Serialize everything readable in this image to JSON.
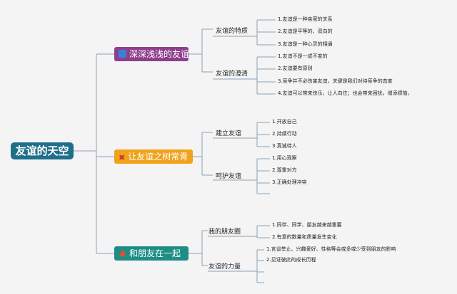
{
  "root": "友谊的天空",
  "branches": [
    {
      "label": "深深浅浅的友谊",
      "icon": "blue-square-icon",
      "color": "#8e3f8c",
      "children": [
        {
          "label": "友谊的特质",
          "items": [
            "1.友谊是一种亲密的关系",
            "2.友谊是平等的、双向的",
            "3.友谊是一种心灵的相通"
          ]
        },
        {
          "label": "友谊的澄清",
          "items": [
            "1.友谊不是一成不变的",
            "2.友谊要有原则",
            "3.竞争并不必伤害友谊，关键是我们对待竞争的态度",
            "4.友谊可以带来快乐，让人向往；也会带来困扰，增添烦恼。"
          ]
        }
      ]
    },
    {
      "label": "让友谊之树常青",
      "icon": "tools-icon",
      "color": "#f0a21b",
      "children": [
        {
          "label": "建立友谊",
          "items": [
            "1.开放自己",
            "2.持续行动",
            "3.真诚待人"
          ]
        },
        {
          "label": "呵护友谊",
          "items": [
            "1.用心观察",
            "2.尊重对方",
            "3.正确处理冲突",
            ""
          ]
        }
      ]
    },
    {
      "label": "和朋友在一起",
      "icon": "fire-icon",
      "color": "#1e8d86",
      "children": [
        {
          "label": "我的朋友圈",
          "items": [
            "1.同伴、同学、朋友越来越重要",
            "2.有意的数量和质量发生变化"
          ]
        },
        {
          "label": "友谊的力量",
          "items": [
            "1.言谈举止、兴趣爱好、性格等会或多或少受到朋友的影响",
            "2.见证彼此的成长历程",
            "",
            ""
          ]
        }
      ]
    }
  ]
}
